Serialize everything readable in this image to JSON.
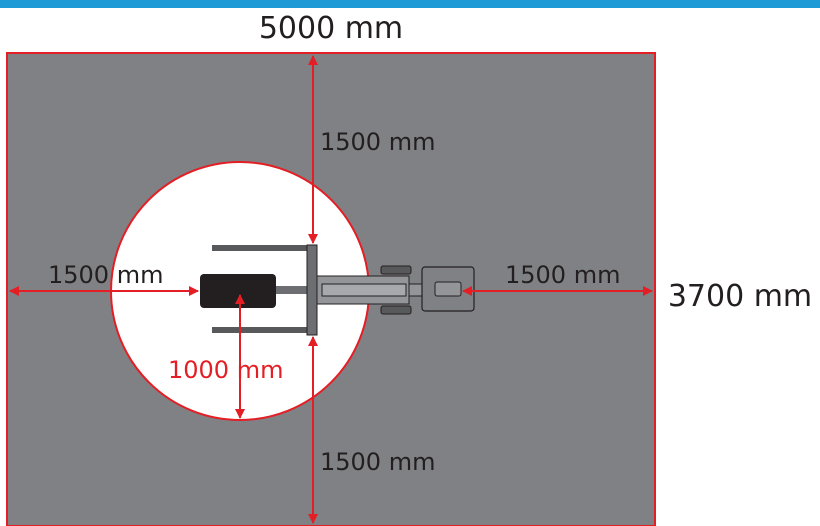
{
  "colors": {
    "top_bar": "#1E9BD7",
    "floor": "#808184",
    "border": "#E31E24",
    "clearance_circle": "#FFFFFF",
    "dimension_line": "#E31E24",
    "text": "#231F20",
    "machine_dark": "#231F20",
    "machine_gray": "#6D6E71"
  },
  "labels": {
    "width": "5000 mm",
    "height": "3700 mm",
    "top_clearance": "1500 mm",
    "bottom_clearance": "1500 mm",
    "left_clearance": "1500 mm",
    "right_clearance": "1500 mm",
    "radius": "1000 mm"
  }
}
